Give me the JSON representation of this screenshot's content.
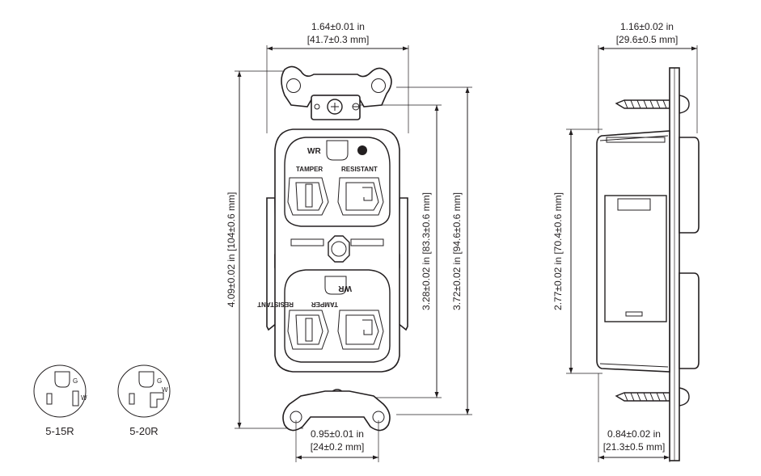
{
  "front_view": {
    "dim_width": {
      "inch": "1.64±0.01 in",
      "mm": "[41.7±0.3 mm]"
    },
    "dim_height_total": "4.09±0.02 in [104±0.6 mm]",
    "dim_height_mount": "3.28±0.02 in [83.3±0.6 mm]",
    "dim_height_strap": "3.72±0.02 in [94.6±0.6 mm]",
    "dim_bottom_width": {
      "inch": "0.95±0.01 in",
      "mm": "[24±0.2 mm]"
    },
    "marks": {
      "wr": "WR",
      "tamper": "TAMPER",
      "resistant": "RESISTANT"
    }
  },
  "side_view": {
    "dim_depth": {
      "inch": "1.16±0.02 in",
      "mm": "[29.6±0.5 mm]"
    },
    "dim_height": "2.77±0.02 in [70.4±0.6 mm]",
    "dim_body_depth": {
      "inch": "0.84±0.02 in",
      "mm": "[21.3±0.5 mm]"
    }
  },
  "configurations": [
    {
      "label": "5-15R",
      "ground_mark": "G",
      "neutral_mark": "W"
    },
    {
      "label": "5-20R",
      "ground_mark": "G",
      "neutral_mark": "W"
    }
  ]
}
